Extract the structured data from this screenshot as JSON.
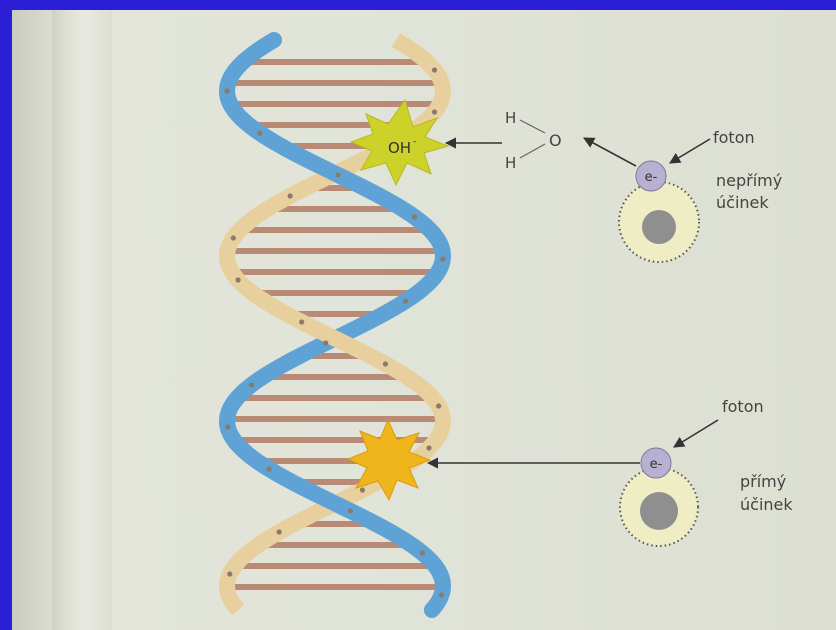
{
  "labels": {
    "oh": "OH",
    "oh_charge": "-",
    "h_top": "H",
    "h_bottom": "H",
    "o": "O",
    "electron_top": "e-",
    "electron_bottom": "e-",
    "foton_top": "foton",
    "foton_bottom": "foton",
    "neprimy_line1": "nepřímý",
    "neprimy_line2": "účinek",
    "primy_line1": "přímý",
    "primy_line2": "účinek"
  },
  "colors": {
    "background": "#2a1fd6",
    "paper": "#e1e4d8",
    "strand_tan": "#e8cf9e",
    "strand_blue": "#5fa2d6",
    "rung": "#b98a75",
    "burst_oh": "#cdd22a",
    "burst_direct": "#f0b51a",
    "electron": "#b7b0d0",
    "atom_shell": "#efedc4",
    "nucleus": "#8f8f8f"
  }
}
